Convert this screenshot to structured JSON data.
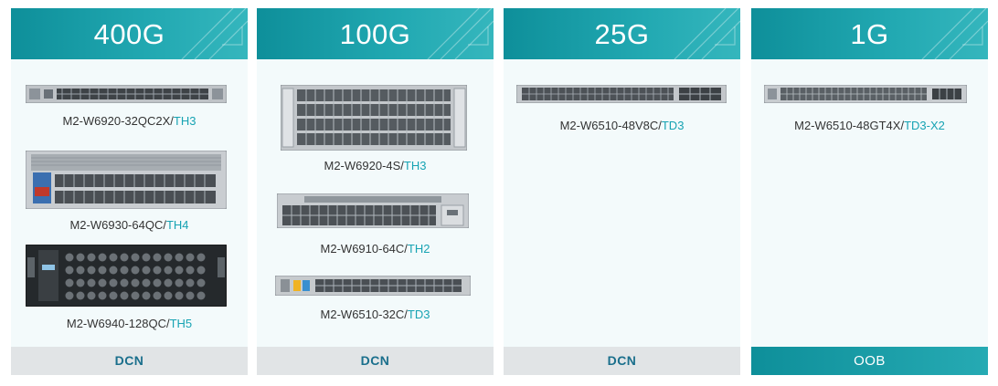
{
  "accent_color": "#17a3b3",
  "header_color": "#0e8f9a",
  "columns": [
    {
      "title": "400G",
      "footer": "DCN",
      "products": [
        {
          "model": "M2-W6920-32QC2X/",
          "chip": "TH3"
        },
        {
          "model": "M2-W6930-64QC/",
          "chip": "TH4"
        },
        {
          "model": "M2-W6940-128QC/",
          "chip": "TH5"
        }
      ]
    },
    {
      "title": "100G",
      "footer": "DCN",
      "products": [
        {
          "model": "M2-W6920-4S/",
          "chip": "TH3"
        },
        {
          "model": "M2-W6910-64C/",
          "chip": "TH2"
        },
        {
          "model": "M2-W6510-32C/",
          "chip": "TD3"
        }
      ]
    },
    {
      "title": "25G",
      "footer": "DCN",
      "products": [
        {
          "model": "M2-W6510-48V8C/",
          "chip": "TD3"
        }
      ]
    },
    {
      "title": "1G",
      "footer": "OOB",
      "products": [
        {
          "model": "M2-W6510-48GT4X/",
          "chip": "TD3-X2"
        }
      ]
    }
  ]
}
